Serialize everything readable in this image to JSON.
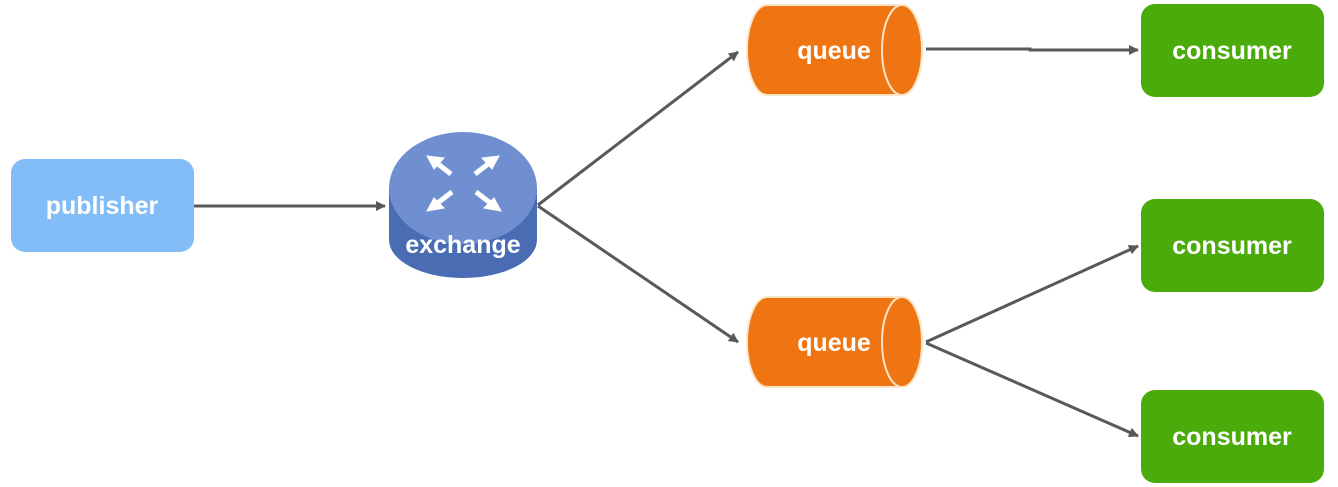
{
  "nodes": {
    "publisher": {
      "label": "publisher"
    },
    "exchange": {
      "label": "exchange"
    },
    "queue_top": {
      "label": "queue"
    },
    "queue_bottom": {
      "label": "queue"
    },
    "consumer_1": {
      "label": "consumer"
    },
    "consumer_2": {
      "label": "consumer"
    },
    "consumer_3": {
      "label": "consumer"
    }
  },
  "colors": {
    "publisher": "#82bdf7",
    "exchange_top": "#6f8fd0",
    "exchange_side": "#4a6cb3",
    "queue": "#ee7512",
    "queue_outline": "#fce4c8",
    "consumer": "#4bab0b",
    "edge": "#595959",
    "label_text": "#ffffff"
  },
  "icons": {
    "exchange": "four-arrows-router-icon"
  },
  "edges": [
    {
      "from": "publisher",
      "to": "exchange"
    },
    {
      "from": "exchange",
      "to": "queue_top"
    },
    {
      "from": "exchange",
      "to": "queue_bottom"
    },
    {
      "from": "queue_top",
      "to": "consumer_1"
    },
    {
      "from": "queue_bottom",
      "to": "consumer_2"
    },
    {
      "from": "queue_bottom",
      "to": "consumer_3"
    }
  ]
}
